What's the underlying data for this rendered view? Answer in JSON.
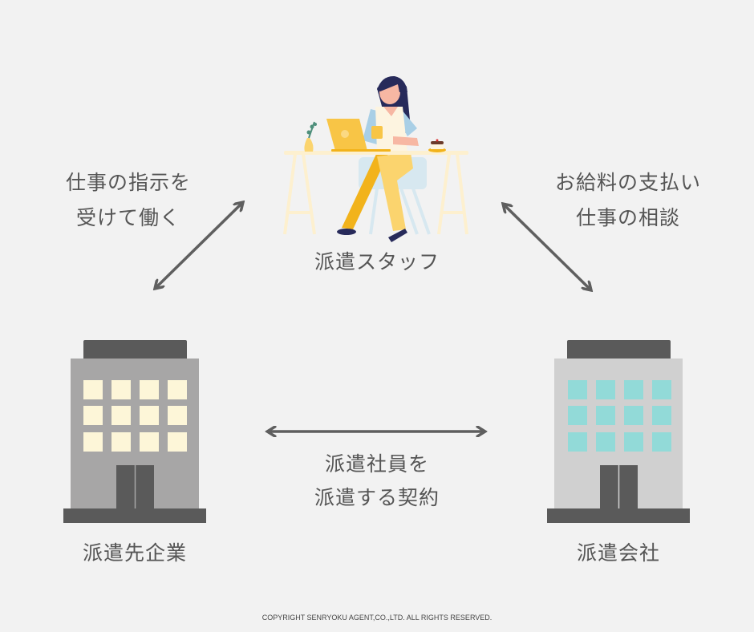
{
  "labels": {
    "staff": "派遣スタッフ",
    "client_company": "派遣先企業",
    "agency": "派遣会社",
    "left_arrow_text": [
      "仕事の指示を",
      "受けて働く"
    ],
    "right_arrow_text": [
      "お給料の支払い",
      "仕事の相談"
    ],
    "bottom_arrow_text": [
      "派遣社員を",
      "派遣する契約"
    ]
  },
  "copyright": "COPYRIGHT SENRYOKU AGENT,CO.,LTD. ALL RIGHTS RESERVED.",
  "colors": {
    "background": "#f2f2f2",
    "text": "#555555",
    "arrow": "#5f5f5f",
    "client_building": "#a7a6a6",
    "client_windows": "#fdf6d8",
    "agency_building": "#d0d0d0",
    "agency_windows": "#92dad8",
    "building_dark": "#5a5a5a"
  },
  "icons": [
    "woman-at-desk-illustration",
    "client-building-icon",
    "agency-building-icon",
    "double-arrow-icon"
  ]
}
